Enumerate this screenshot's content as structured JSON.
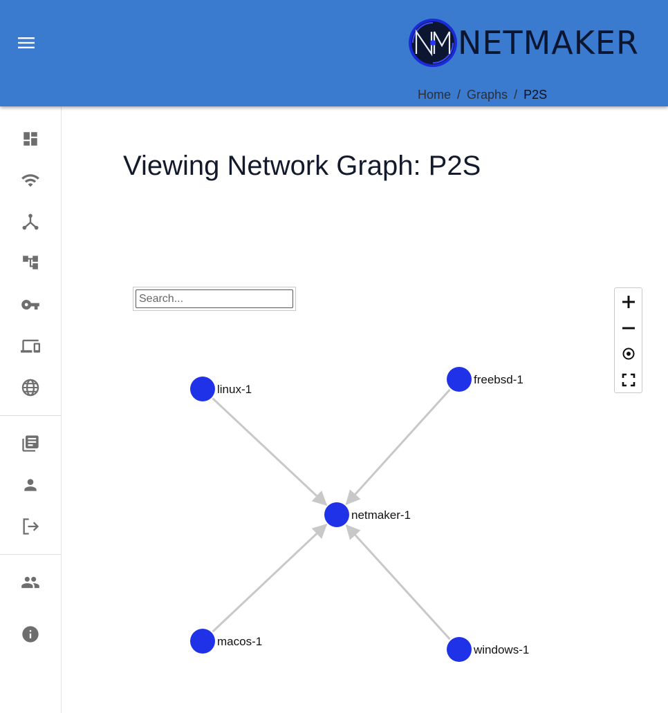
{
  "header": {
    "brand": "NETMAKER",
    "menu_icon": "hamburger-menu-icon",
    "colors": {
      "appbar": "#3a7bcf",
      "logo_ring": "#1b2ad8"
    }
  },
  "breadcrumb": {
    "items": [
      "Home",
      "Graphs"
    ],
    "separator": "/",
    "current": "P2S"
  },
  "sidebar": {
    "items": [
      {
        "icon": "dashboard-icon"
      },
      {
        "icon": "wifi-icon"
      },
      {
        "icon": "network-hub-icon"
      },
      {
        "icon": "account-tree-icon"
      },
      {
        "icon": "key-icon"
      },
      {
        "icon": "devices-icon"
      },
      {
        "icon": "globe-icon"
      },
      {
        "icon": "library-books-icon"
      },
      {
        "icon": "person-icon"
      },
      {
        "icon": "logout-icon"
      },
      {
        "icon": "people-icon"
      },
      {
        "icon": "info-icon"
      }
    ]
  },
  "main": {
    "title": "Viewing Network Graph: P2S",
    "search": {
      "placeholder": "Search...",
      "value": ""
    }
  },
  "graph": {
    "colors": {
      "node": "#2032e8",
      "edge": "#c8c8c8"
    },
    "nodes": [
      {
        "id": "linux-1",
        "label": "linux-1"
      },
      {
        "id": "freebsd-1",
        "label": "freebsd-1"
      },
      {
        "id": "netmaker-1",
        "label": "netmaker-1"
      },
      {
        "id": "macos-1",
        "label": "macos-1"
      },
      {
        "id": "windows-1",
        "label": "windows-1"
      }
    ],
    "edges": [
      {
        "from": "linux-1",
        "to": "netmaker-1"
      },
      {
        "from": "freebsd-1",
        "to": "netmaker-1"
      },
      {
        "from": "macos-1",
        "to": "netmaker-1"
      },
      {
        "from": "windows-1",
        "to": "netmaker-1"
      }
    ]
  },
  "zoom_controls": {
    "buttons": [
      {
        "icon": "zoom-in-icon"
      },
      {
        "icon": "zoom-out-icon"
      },
      {
        "icon": "recenter-icon"
      },
      {
        "icon": "fullscreen-icon"
      }
    ]
  }
}
